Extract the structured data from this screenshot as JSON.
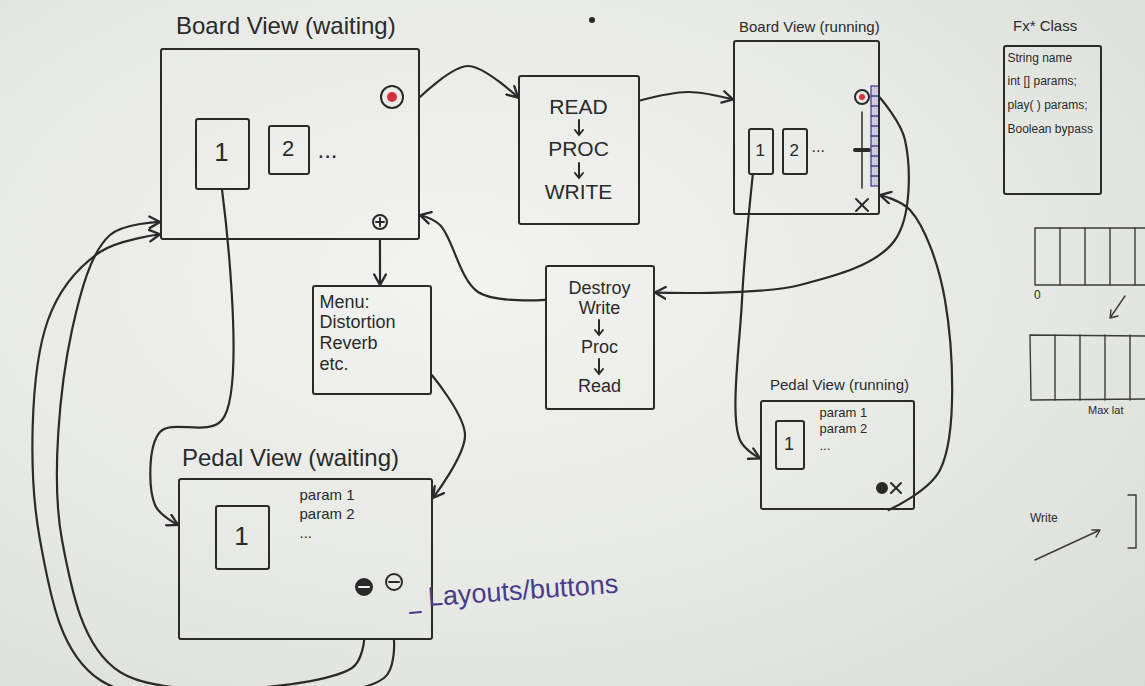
{
  "diagram": {
    "nodes": [
      {
        "text": [
          "Board View (waiting)",
          "..."
        ]
      },
      {
        "text": [
          "1"
        ],
        "in": 0
      },
      {
        "text": [
          "2"
        ],
        "in": 0
      },
      {
        "text": [
          "READ",
          "PROC",
          "WRITE"
        ]
      },
      {
        "text": [
          "Board View (running)",
          "..."
        ]
      },
      {
        "text": [
          "1"
        ],
        "in": 4
      },
      {
        "text": [
          "2"
        ],
        "in": 4
      },
      {
        "text": [
          "Fx* Class",
          "String name",
          "int [] params;",
          "play( ) params;",
          "Boolean bypass"
        ]
      },
      {
        "text": [
          "Menu:",
          "Distortion Reverb etc."
        ]
      },
      {
        "text": [
          "Destroy",
          "Write",
          "Proc",
          "Read"
        ]
      },
      {
        "text": [
          "Pedal View (running)",
          "param 1",
          "param 2",
          "..."
        ]
      },
      {
        "text": [
          "1"
        ],
        "in": 10
      },
      {
        "text": [
          "Pedal View (waiting)",
          "param 1",
          "param 2",
          "..."
        ]
      },
      {
        "text": [
          "1"
        ],
        "in": 12
      }
    ],
    "edges": [
      {
        "from": 0,
        "to": 3,
        "arrow": "to"
      },
      {
        "from": 3,
        "to": 4,
        "arrow": "to"
      },
      {
        "from": 4,
        "to": 9,
        "arrow": "to"
      },
      {
        "from": 9,
        "to": 0,
        "arrow": "to"
      },
      {
        "from": 0,
        "to": 8,
        "arrow": "to"
      },
      {
        "from": 8,
        "to": 12,
        "arrow": "to"
      },
      {
        "from": 1,
        "to": 12,
        "arrow": "to"
      },
      {
        "from": 12,
        "to": 0,
        "arrow": "to"
      },
      {
        "from": 12,
        "to": 0,
        "arrow": "to"
      },
      {
        "from": 5,
        "to": 10,
        "arrow": "to"
      },
      {
        "from": 10,
        "to": 4,
        "arrow": "to"
      }
    ],
    "labels": [
      "Layouts/buttons",
      "0",
      "Max lat",
      "Write"
    ]
  }
}
